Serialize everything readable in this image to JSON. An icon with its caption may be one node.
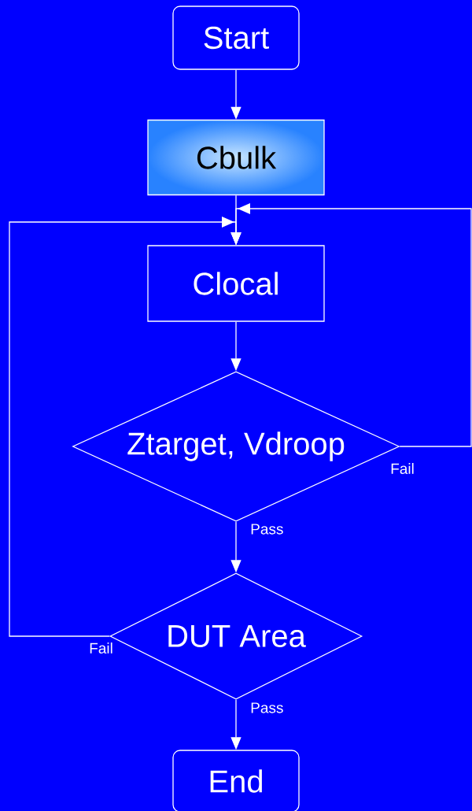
{
  "diagram": {
    "nodes": [
      {
        "text": [
          "Start"
        ]
      },
      {
        "text": [
          "Cbulk"
        ]
      },
      {
        "text": [
          "Clocal"
        ]
      },
      {
        "text": [
          "Ztarget, Vdroop"
        ]
      },
      {
        "text": [
          "DUT Area"
        ]
      },
      {
        "text": [
          "End"
        ]
      }
    ],
    "edges": [
      {
        "from": 0,
        "to": 1,
        "arrow": "to"
      },
      {
        "from": 1,
        "to": 2,
        "arrow": "to"
      },
      {
        "from": 2,
        "to": 3,
        "arrow": "to"
      },
      {
        "from": 3,
        "to": 4,
        "arrow": "to",
        "label": "Pass"
      },
      {
        "from": 3,
        "to": 2,
        "arrow": "to",
        "label": "Fail"
      },
      {
        "from": 4,
        "to": 2,
        "arrow": "to",
        "label": "Fail"
      },
      {
        "from": 4,
        "to": 5,
        "arrow": "to",
        "label": "Pass"
      }
    ]
  }
}
